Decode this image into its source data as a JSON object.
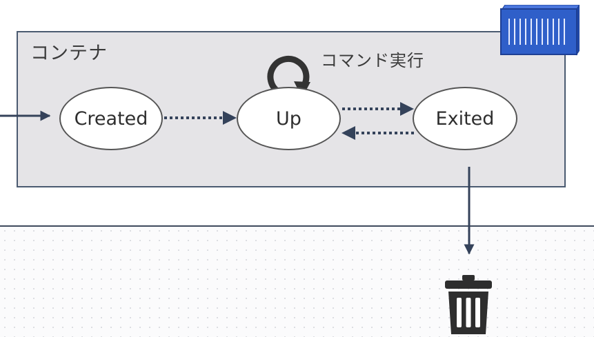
{
  "container": {
    "label": "コンテナ"
  },
  "states": {
    "created": "Created",
    "up": "Up",
    "exited": "Exited"
  },
  "loop": {
    "label": "コマンド実行"
  },
  "icons": {
    "container": "shipping-container-icon",
    "loop": "loop-arrow-icon",
    "trash": "trash-can-icon"
  },
  "colors": {
    "arrow": "#34425a",
    "container_icon": "#2f5fc9",
    "box_fill": "#e5e4e7",
    "box_border": "#4a5a70"
  }
}
